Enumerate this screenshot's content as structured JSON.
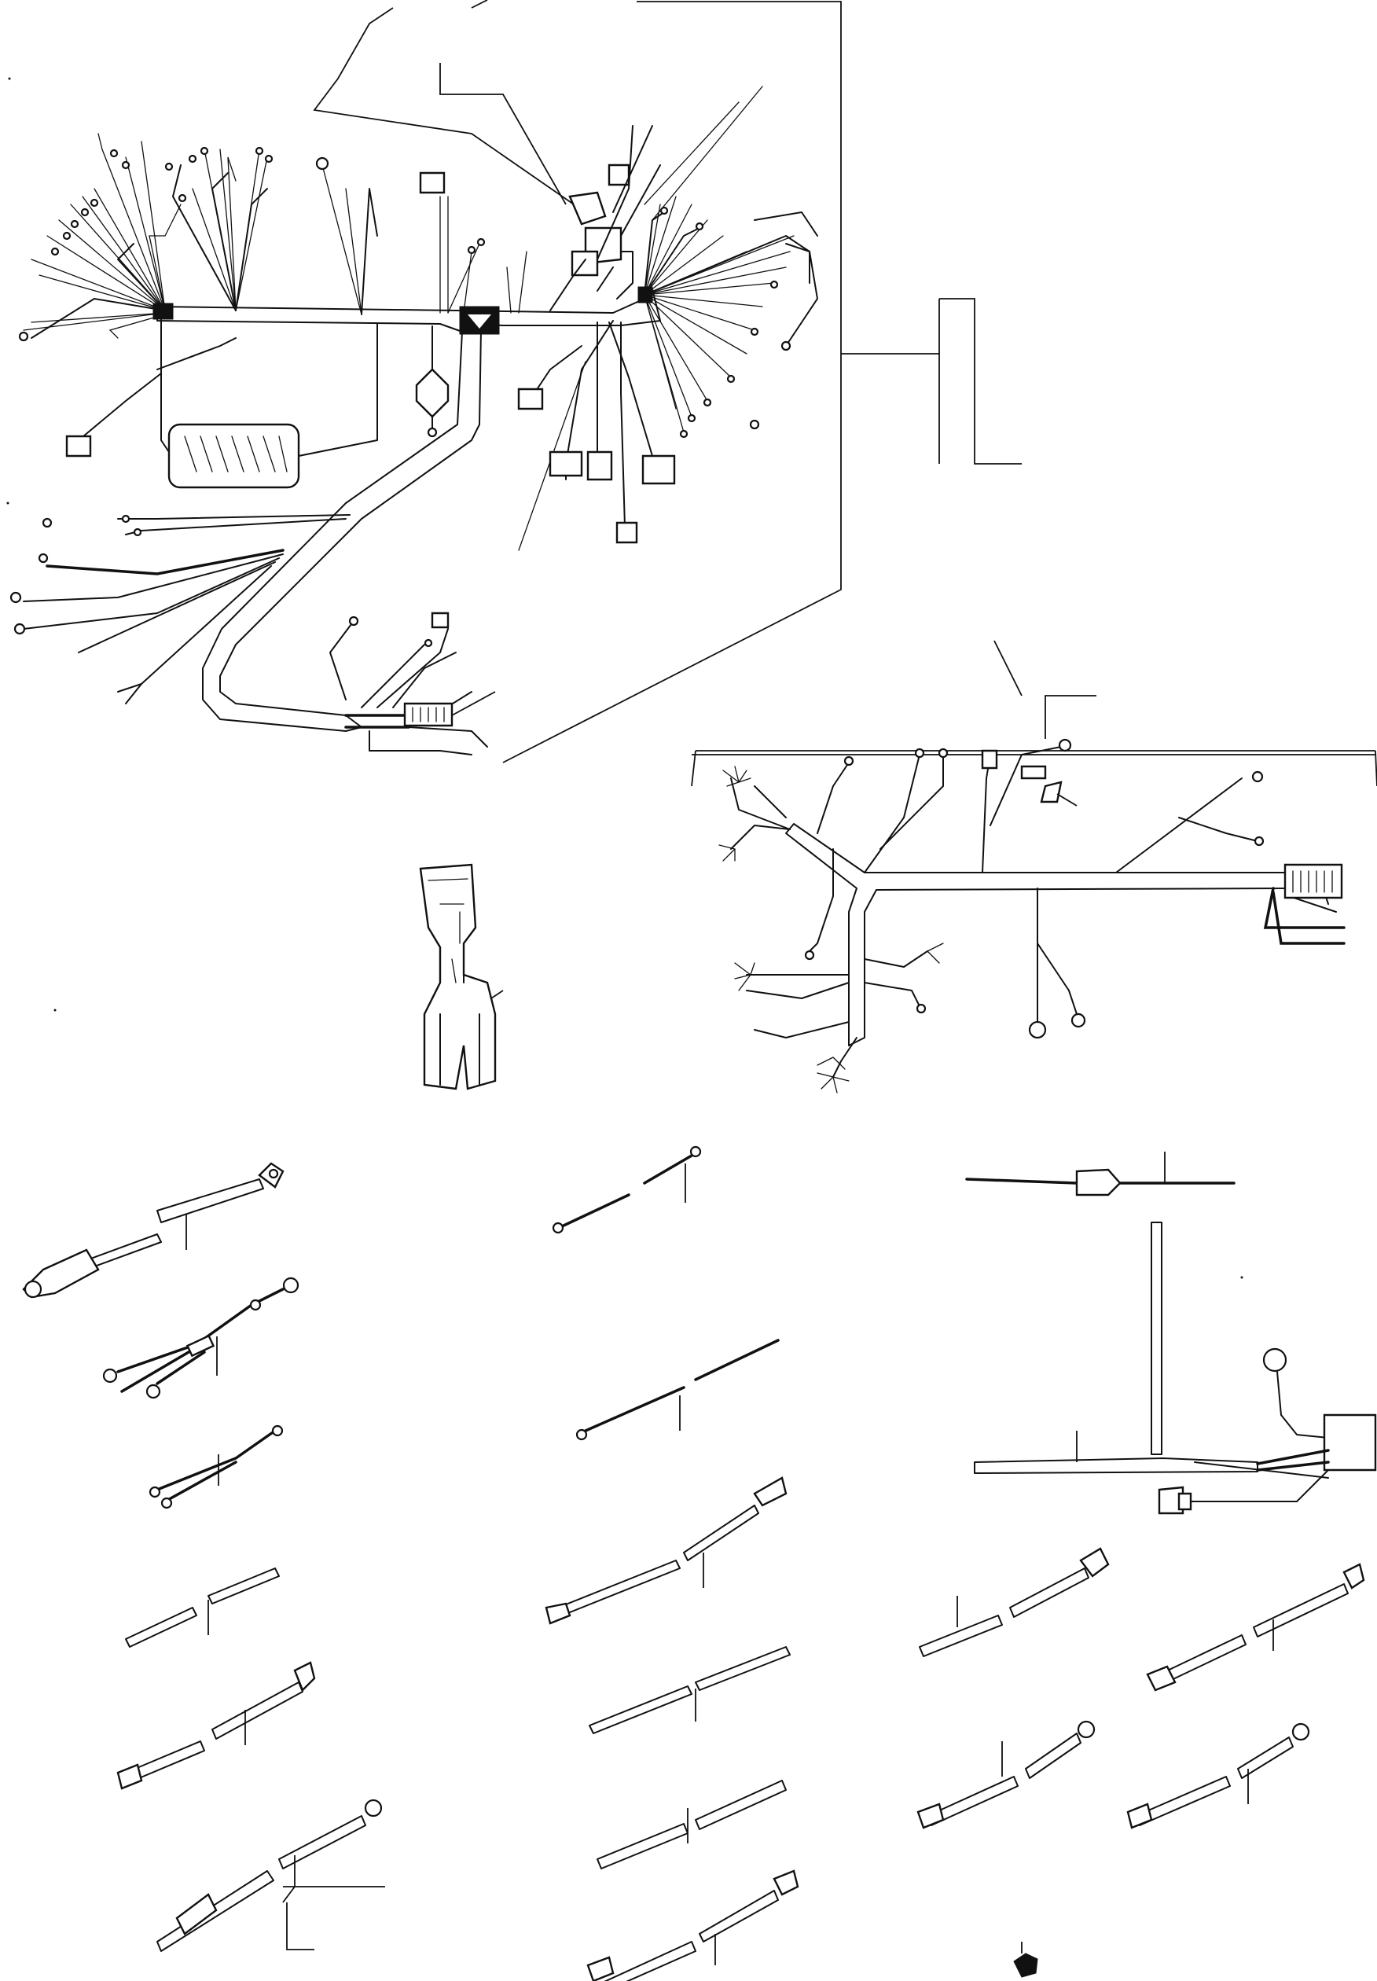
{
  "diagram": {
    "type": "wiring-harness-exploded-view",
    "text_labels": [],
    "colors": {
      "line": "#111111",
      "background": "#ffffff"
    },
    "groups": [
      {
        "id": "main-harness",
        "kind": "wiring-harness"
      },
      {
        "id": "secondary-harness",
        "kind": "wiring-harness"
      },
      {
        "id": "terminal-detail",
        "kind": "crimp-terminal"
      },
      {
        "id": "loose-cables",
        "kind": "jumper-wires",
        "count": 20
      },
      {
        "id": "clip",
        "kind": "harness-clip"
      }
    ]
  }
}
